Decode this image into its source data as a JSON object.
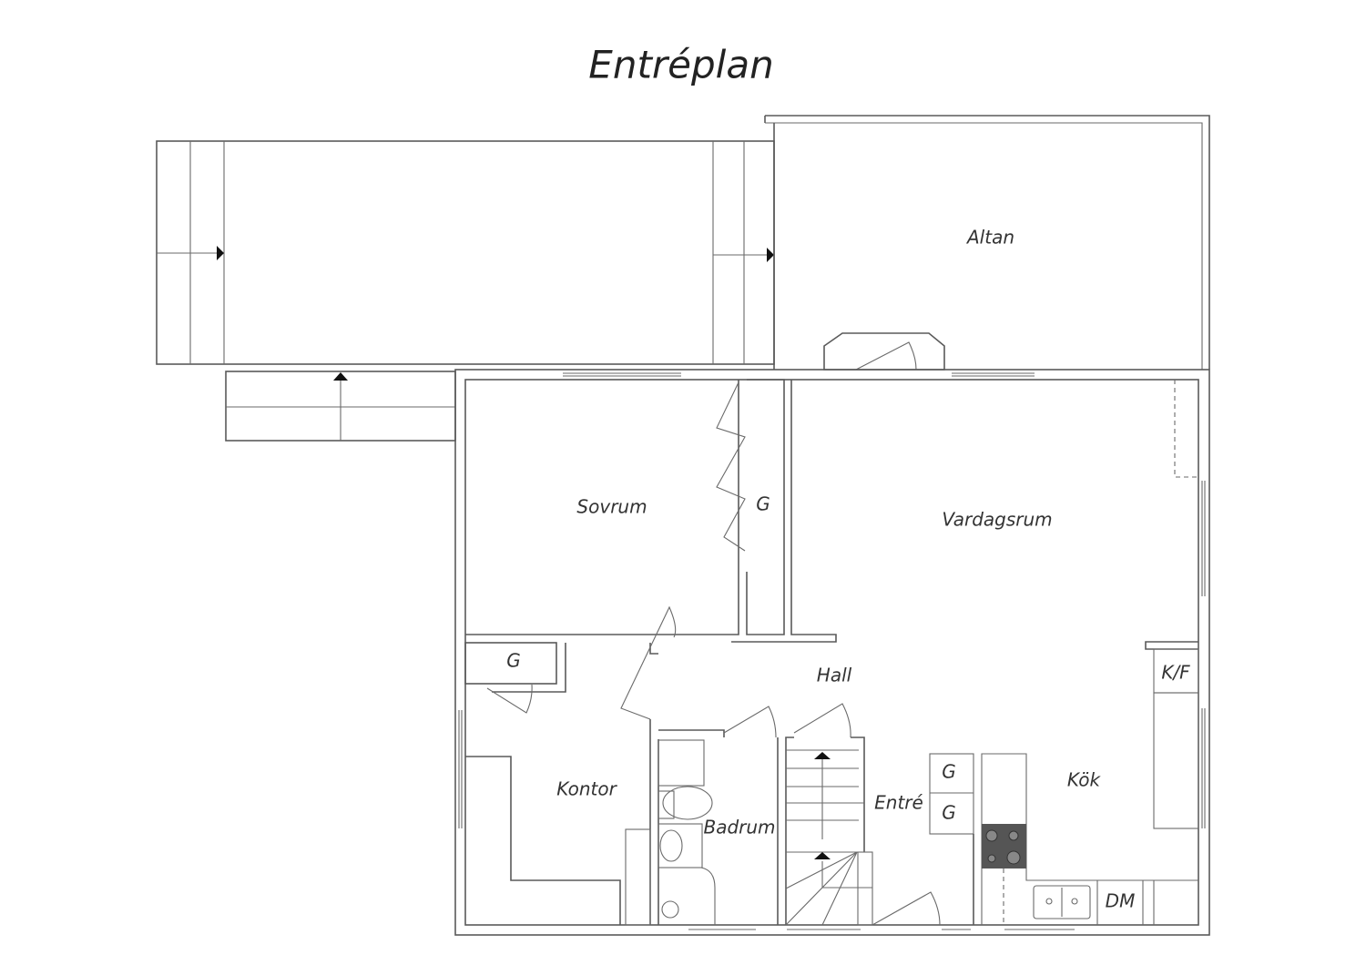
{
  "title": "Entréplan",
  "rooms": {
    "altan": "Altan",
    "sovrum": "Sovrum",
    "sovrum_closet": "G",
    "vardagsrum": "Vardagsrum",
    "hall_closet": "G",
    "hall": "Hall",
    "kf": "K/F",
    "kontor": "Kontor",
    "kok": "Kök",
    "entre": "Entré",
    "entre_closet_1": "G",
    "entre_closet_2": "G",
    "badrum": "Badrum",
    "dm": "DM"
  },
  "colors": {
    "wall": "#5a5a5a",
    "stove": "#555555"
  }
}
